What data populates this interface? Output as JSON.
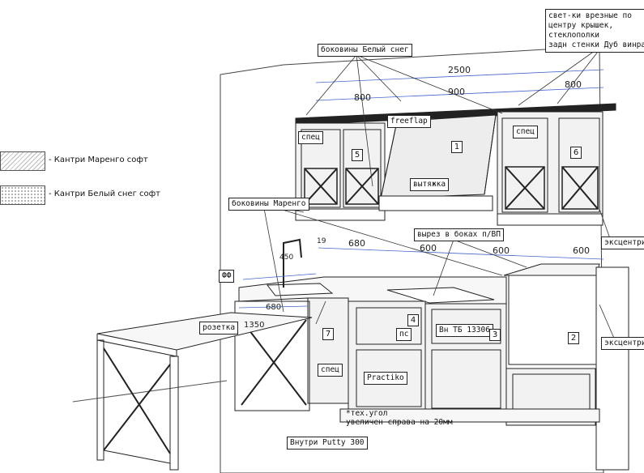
{
  "legend": [
    {
      "label": "- Кантри Маренго софт",
      "pattern": "hatch"
    },
    {
      "label": "- Кантри Белый снег софт",
      "pattern": "dots"
    }
  ],
  "callouts": {
    "lights": [
      "свет-ки врезные по",
      "центру крышек,",
      "стеклополки",
      "задн стенки Дуб винрамтик"
    ],
    "sides_white": "боковины Белый снег",
    "sides_marengo": "боковины Маренго",
    "freeflap": "freeflap",
    "hood": "вытяжка",
    "spec_upper_left": "спец",
    "spec_upper_right": "спец",
    "spec_lower": "спец",
    "cutout": "вырез в боках п/ВП",
    "ff": "ФФ",
    "socket": "розетка",
    "eccentric_top": "эксцентрик",
    "eccentric_bottom": "эксцентрик",
    "ps": "пс",
    "built_in": "Вн ТБ 13306",
    "practiko": "Practiko",
    "inside": "Внутри Putty 300",
    "corner_note": [
      "*тех.угол",
      "увеличен справа на 20мм"
    ]
  },
  "numbers": [
    "1",
    "2",
    "3",
    "4",
    "5",
    "6",
    "7"
  ],
  "dimensions": {
    "d2500": "2500",
    "d900": "900",
    "d800_left": "800",
    "d800_right": "800",
    "d680_top": "680",
    "d600_a": "600",
    "d600_b": "600",
    "d600_c": "600",
    "d19": "19",
    "d450": "450",
    "d680_table": "680",
    "d1350": "1350"
  }
}
